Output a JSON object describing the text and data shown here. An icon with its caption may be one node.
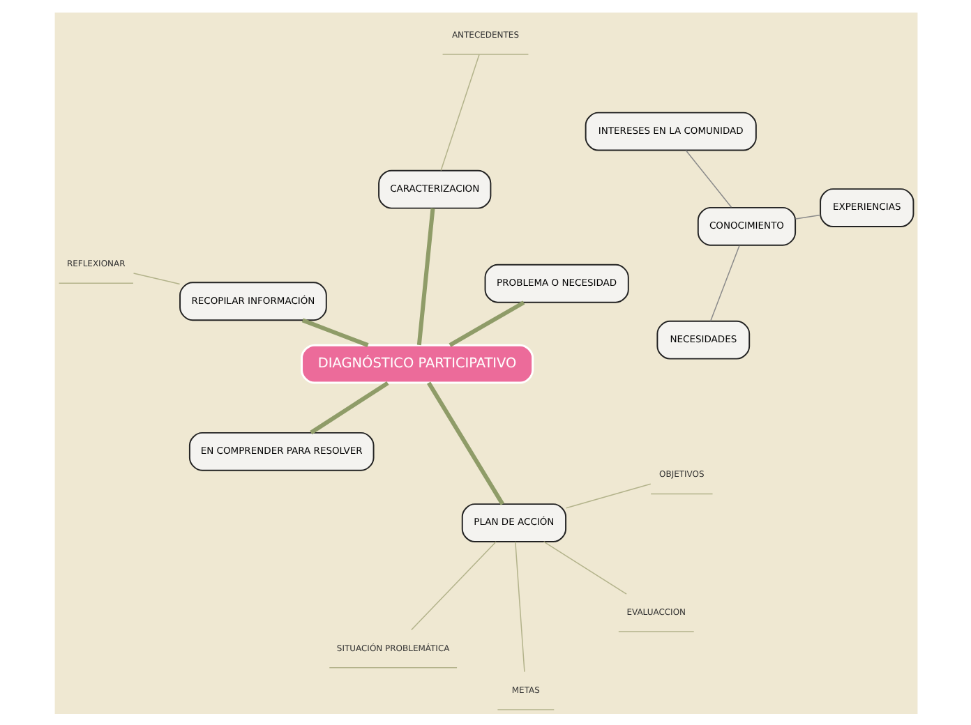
{
  "diagram": {
    "nodes": [
      {
        "text": [
          "DIAGNÓSTICO PARTICIPATIVO"
        ]
      },
      {
        "text": [
          "CONOCIMIENTO"
        ]
      },
      {
        "text": [
          "EXPERIENCIAS"
        ]
      },
      {
        "text": [
          "NECESIDADES"
        ]
      },
      {
        "text": [
          "INTERESES EN LA COMUNIDAD"
        ]
      },
      {
        "text": [
          "PROBLEMA O NECESIDAD"
        ]
      },
      {
        "text": [
          "EN COMPRENDER PARA RESOLVER"
        ]
      },
      {
        "text": [
          "CARACTERIZACION"
        ]
      },
      {
        "text": [
          "ANTECEDENTES"
        ]
      },
      {
        "text": [
          "PLAN DE ACCIÓN"
        ]
      },
      {
        "text": [
          "SITUACIÓN PROBLEMÁTICA"
        ]
      },
      {
        "text": [
          "OBJETIVOS"
        ]
      },
      {
        "text": [
          "METAS"
        ]
      },
      {
        "text": [
          "EVALUACCION"
        ]
      },
      {
        "text": [
          "RECOPILAR INFORMACIÓN"
        ]
      },
      {
        "text": [
          "REFLEXIONAR"
        ]
      }
    ],
    "edges": [
      {
        "from": 1,
        "to": 2,
        "arrow": "none",
        "color": "#8a8a8a"
      },
      {
        "from": 1,
        "to": 3,
        "arrow": "none",
        "color": "#8a8a8a"
      },
      {
        "from": 1,
        "to": 4,
        "arrow": "none",
        "color": "#8a8a8a"
      },
      {
        "from": 0,
        "to": 5,
        "arrow": "none",
        "style": "thick",
        "color": "#8f9c68"
      },
      {
        "from": 0,
        "to": 6,
        "arrow": "none",
        "style": "thick",
        "color": "#8f9c68"
      },
      {
        "from": 0,
        "to": 7,
        "arrow": "none",
        "style": "thick",
        "color": "#8f9c68"
      },
      {
        "from": 7,
        "to": 8,
        "arrow": "none"
      },
      {
        "from": 0,
        "to": 9,
        "arrow": "none",
        "style": "thick",
        "color": "#8f9c68"
      },
      {
        "from": 9,
        "to": 10,
        "arrow": "none"
      },
      {
        "from": 9,
        "to": 11,
        "arrow": "none"
      },
      {
        "from": 9,
        "to": 12,
        "arrow": "none"
      },
      {
        "from": 9,
        "to": 13,
        "arrow": "none"
      },
      {
        "from": 0,
        "to": 14,
        "arrow": "none",
        "style": "thick",
        "color": "#8f9c68"
      },
      {
        "from": 14,
        "to": 15,
        "arrow": "none"
      }
    ]
  }
}
